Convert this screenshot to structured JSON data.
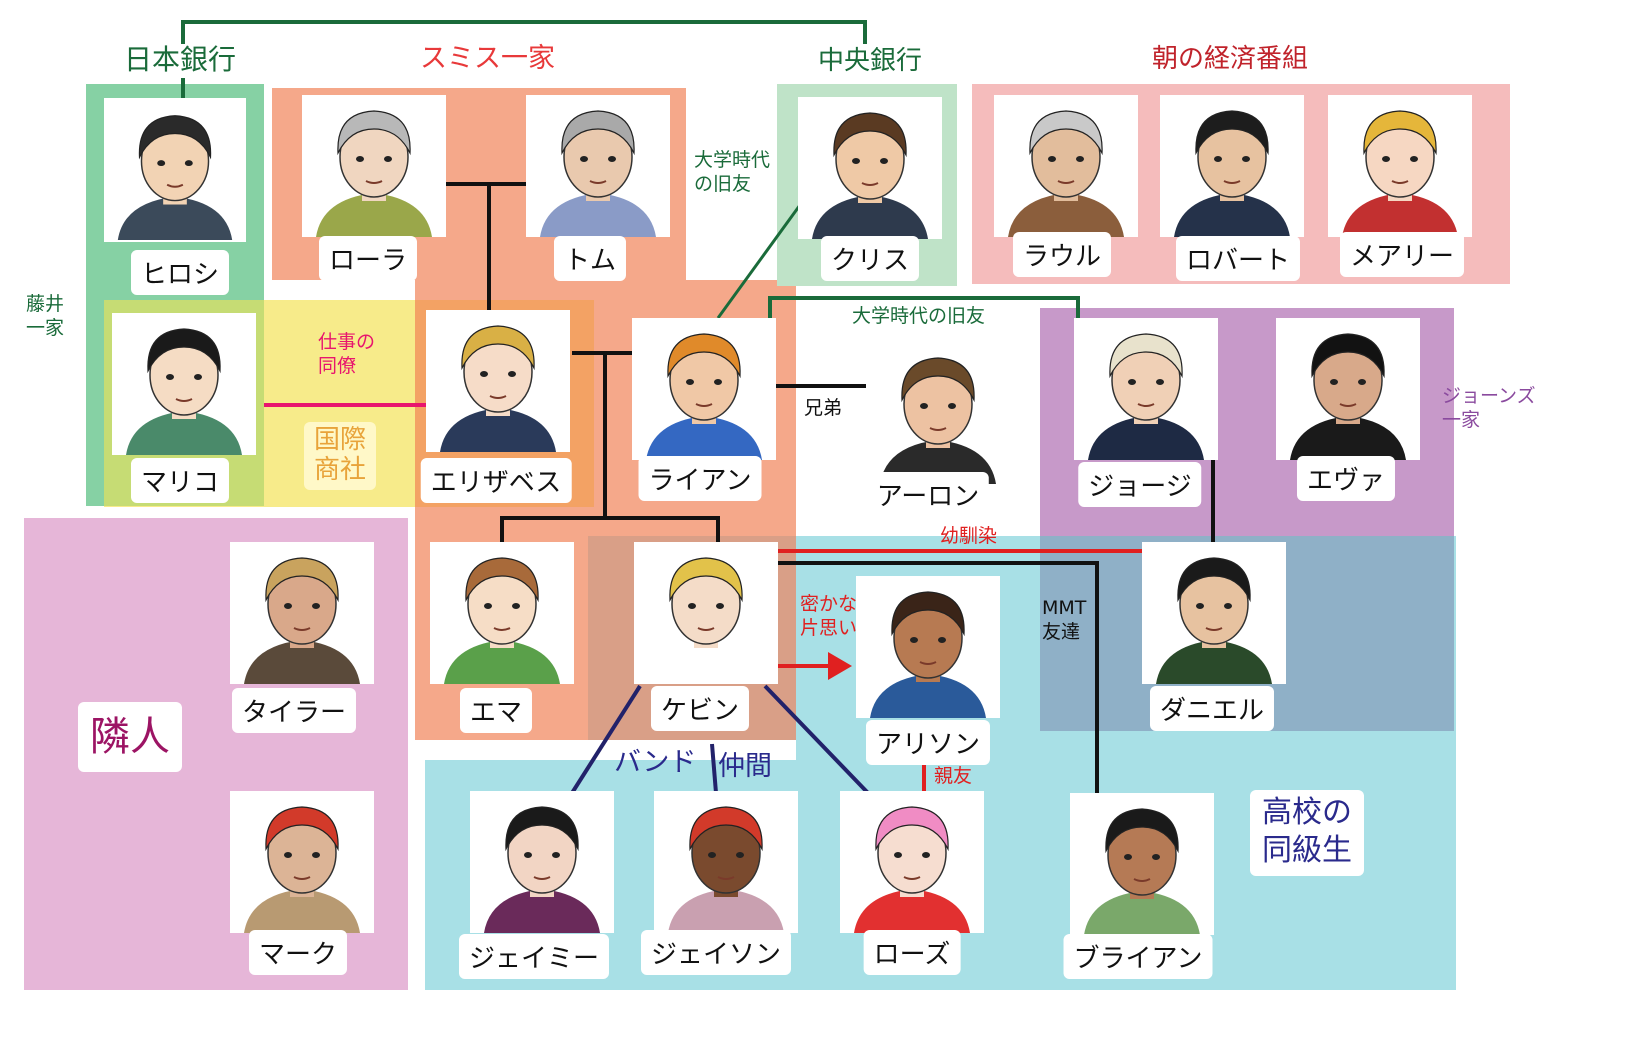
{
  "colors": {
    "fujii": "#86d1a4",
    "work": "#f6e876",
    "smith": "#f5a88a",
    "central": "#bfe3c8",
    "econ": "#f5bcbc",
    "jones": "#c799c9",
    "neighbors": "#e6b6d8",
    "school": "#a8e0e6",
    "band": "#d99f87",
    "mmt": "#8fb0c7",
    "green_line": "#1a6b3a",
    "pink_line": "#e8156e",
    "red_line": "#e02020",
    "navy_line": "#22226a",
    "black_line": "#111111"
  },
  "groups": {
    "nihon_ginko": "日本銀行",
    "smith_family": "スミス一家",
    "chuo_ginko": "中央銀行",
    "asa_keizai": "朝の経済番組",
    "fujii_family": "藤井\n一家",
    "jones_family": "ジョーンズ\n一家",
    "kokusai_shosha": "国際\n商社",
    "rinjin": "隣人",
    "koko_dokyusei": "高校の\n同級生",
    "band": "バンド",
    "nakama": "仲間"
  },
  "relations": {
    "daigaku_kyuyu_1": "大学時代\nの旧友",
    "daigaku_kyuyu_2": "大学時代の旧友",
    "shigoto_doryo": "仕事の\n同僚",
    "kyodai": "兄弟",
    "osananajimi": "幼馴染",
    "hisokana_kataomoi": "密かな\n片思い",
    "mmt_tomodachi": "MMT\n友達",
    "shinyu": "親友"
  },
  "characters": {
    "hiroshi": "ヒロシ",
    "laura": "ローラ",
    "tom": "トム",
    "chris": "クリス",
    "raul": "ラウル",
    "robert": "ロバート",
    "mary": "メアリー",
    "mariko": "マリコ",
    "elizabeth": "エリザベス",
    "ryan": "ライアン",
    "aaron": "アーロン",
    "george": "ジョージ",
    "eva": "エヴァ",
    "tyler": "タイラー",
    "emma": "エマ",
    "kevin": "ケビン",
    "alison": "アリソン",
    "daniel": "ダニエル",
    "mark": "マーク",
    "jamie": "ジェイミー",
    "jason": "ジェイソン",
    "rose": "ローズ",
    "brian": "ブライアン"
  }
}
